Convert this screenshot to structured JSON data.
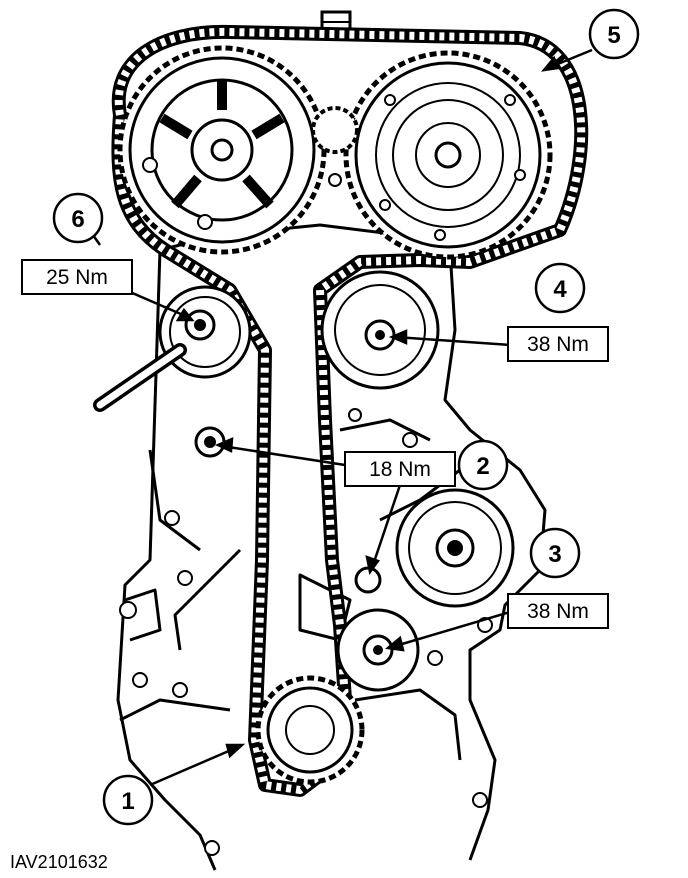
{
  "callouts": {
    "c1": "1",
    "c2": "2",
    "c3": "3",
    "c4": "4",
    "c5": "5",
    "c6": "6"
  },
  "torques": {
    "t_tensioner": "25 Nm",
    "t_upper_idler": "38 Nm",
    "t_bolt": "18 Nm",
    "t_lower_idler": "38 Nm"
  },
  "reference": "IAV2101632",
  "colors": {
    "ink": "#000000",
    "paper": "#ffffff"
  }
}
